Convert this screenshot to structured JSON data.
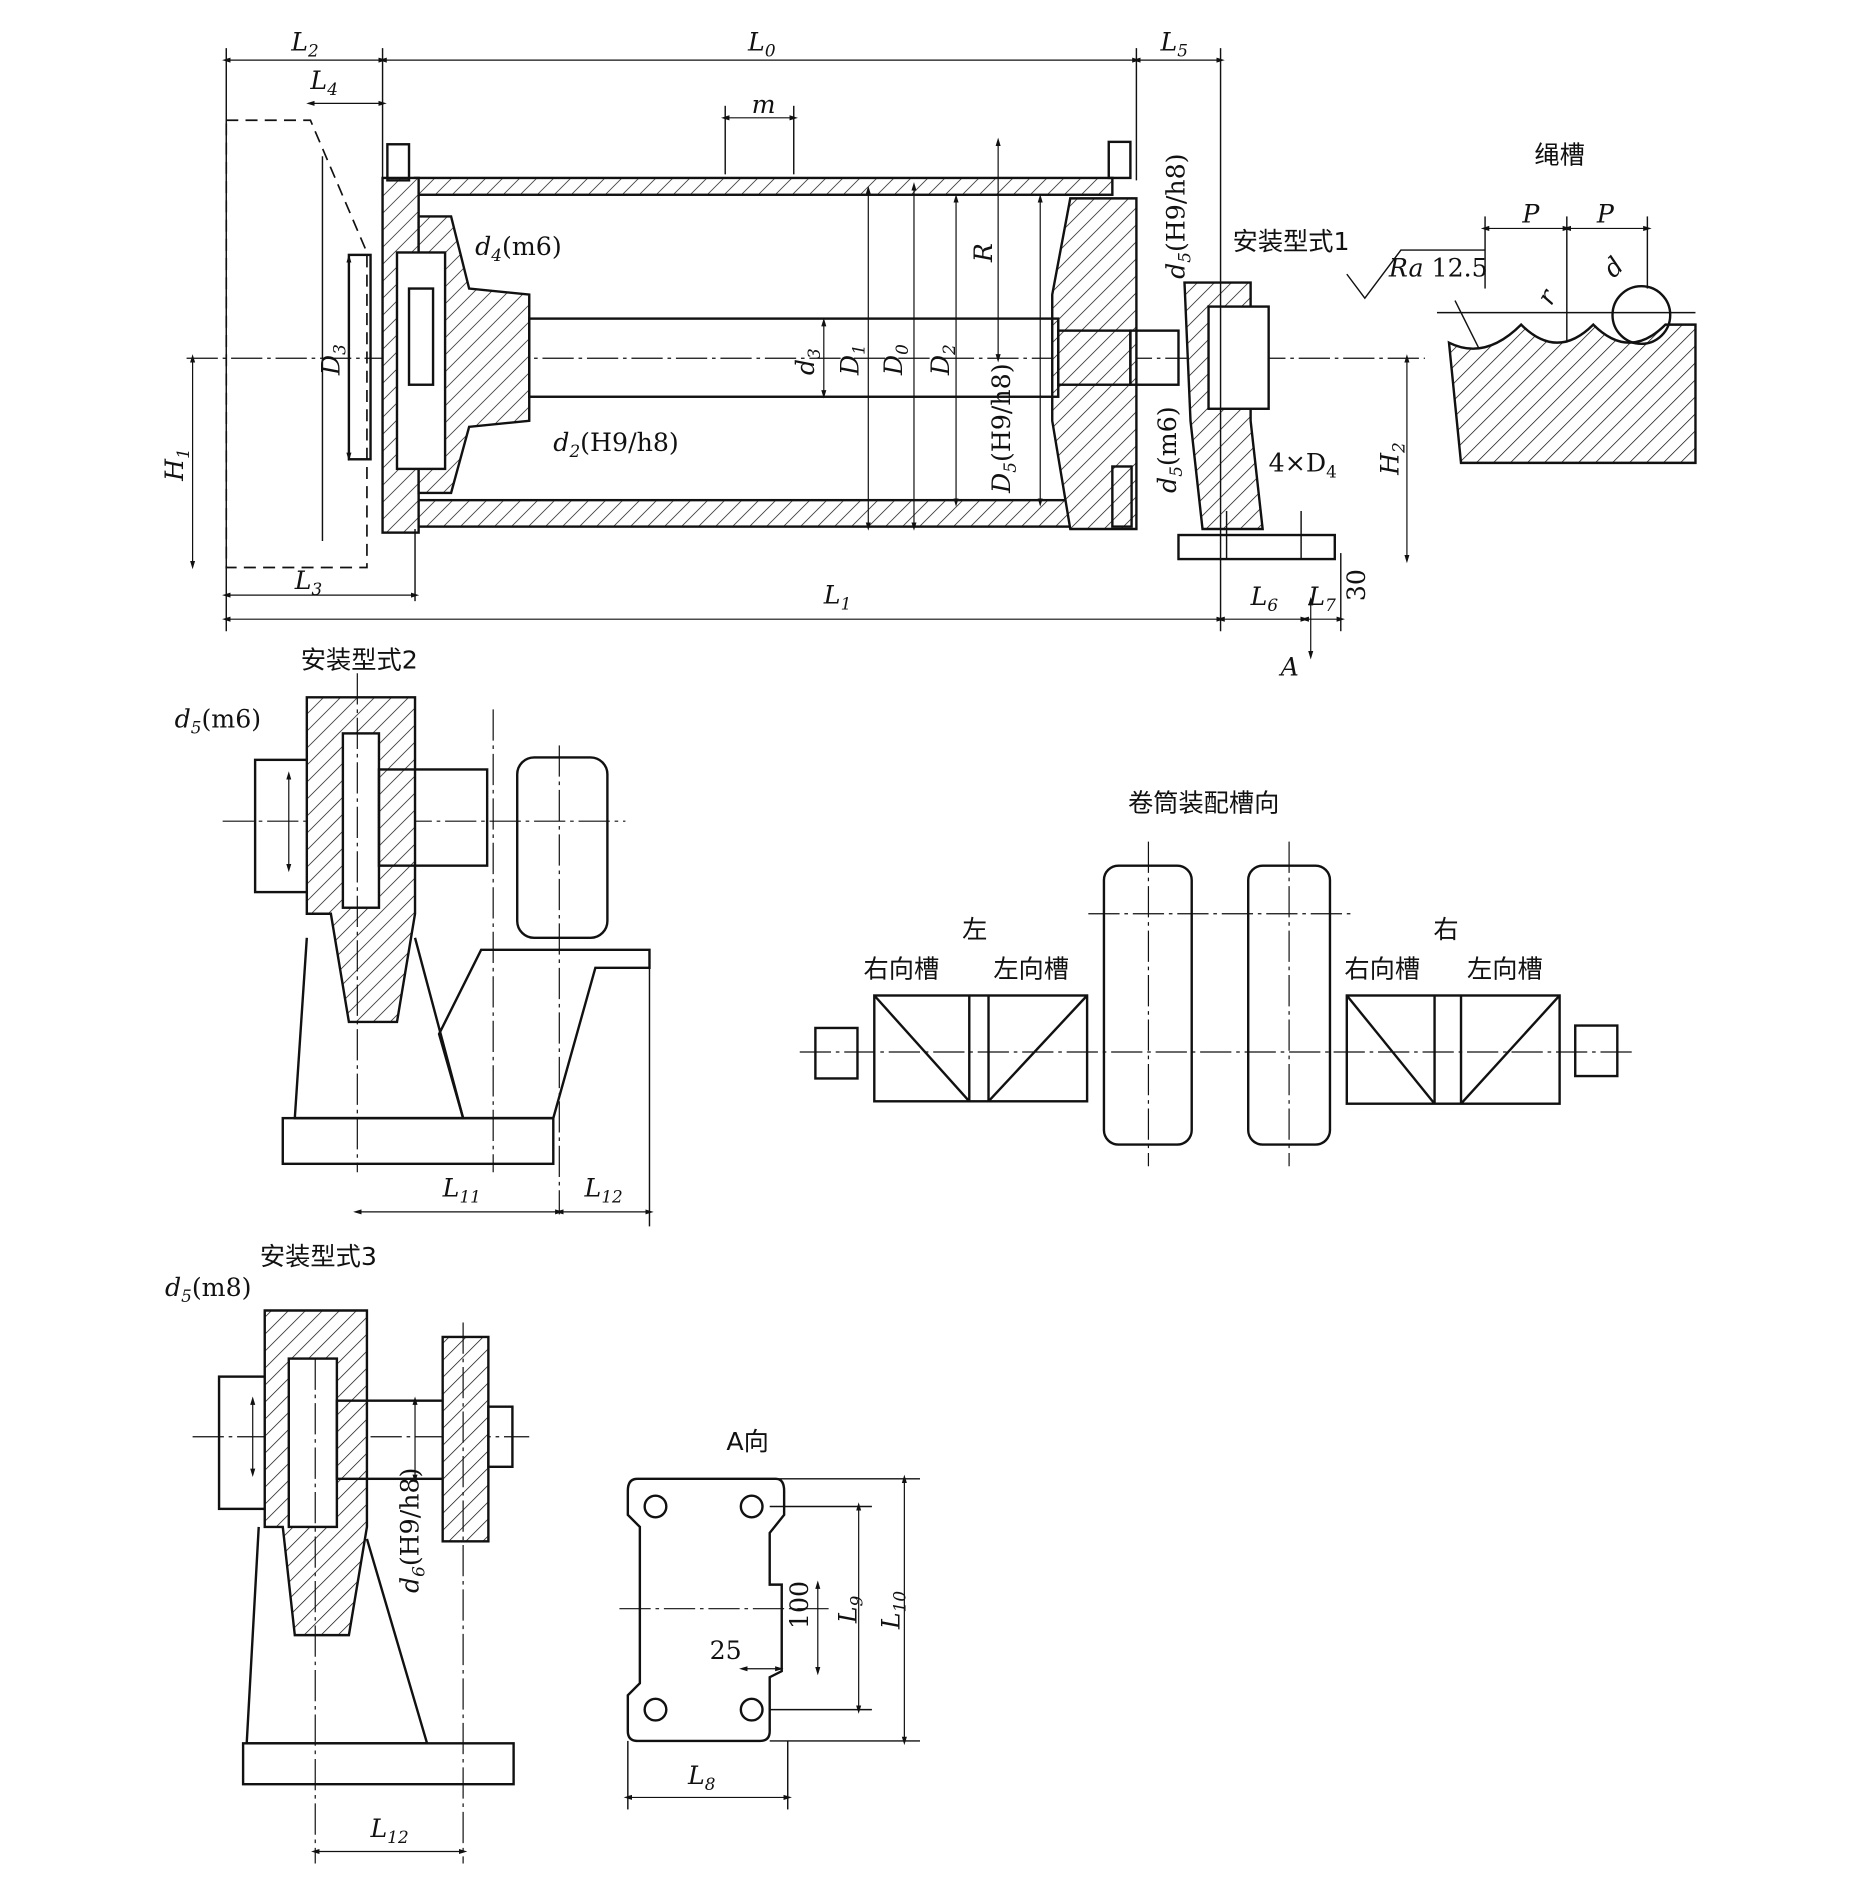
{
  "labels": {
    "L2": {
      "t": "L",
      "s": "2"
    },
    "L0": {
      "t": "L",
      "s": "0"
    },
    "L5": {
      "t": "L",
      "s": "5"
    },
    "L4": {
      "t": "L",
      "s": "4"
    },
    "m": {
      "t": "m"
    },
    "d4": {
      "t": "d",
      "s": "4",
      "r": "(m6)"
    },
    "d2": {
      "t": "d",
      "s": "2",
      "r": "(H9/h8)"
    },
    "d3": {
      "t": "d",
      "s": "3"
    },
    "D1": {
      "t": "D",
      "s": "1"
    },
    "D0": {
      "t": "D",
      "s": "0"
    },
    "D2": {
      "t": "D",
      "s": "2"
    },
    "R": {
      "t": "R"
    },
    "D5": {
      "t": "D",
      "s": "5",
      "r": "(H9/h8)"
    },
    "d5a": {
      "t": "d",
      "s": "5",
      "r": "(H9/h8)"
    },
    "d5b": {
      "t": "d",
      "s": "5",
      "r": "(m6)"
    },
    "D4": {
      "t": "4×D",
      "s": "4"
    },
    "H2": {
      "t": "H",
      "s": "2"
    },
    "H1": {
      "t": "H",
      "s": "1"
    },
    "D3": {
      "t": "D",
      "s": "3"
    },
    "L3": {
      "t": "L",
      "s": "3"
    },
    "L1": {
      "t": "L",
      "s": "1"
    },
    "L6": {
      "t": "L",
      "s": "6"
    },
    "L7": {
      "t": "L",
      "s": "7"
    },
    "n30": {
      "t": "30"
    },
    "A": {
      "t": "A"
    },
    "P1": {
      "t": "P"
    },
    "P2": {
      "t": "P"
    },
    "Ra": {
      "t": "Ra",
      "r": " 12.5"
    },
    "dg": {
      "t": "d"
    },
    "rg": {
      "t": "r"
    },
    "d5c": {
      "t": "d",
      "s": "5",
      "r": "(m6)"
    },
    "L11": {
      "t": "L",
      "s": "11"
    },
    "L12a": {
      "t": "L",
      "s": "12"
    },
    "d5d": {
      "t": "d",
      "s": "5",
      "r": "(m8)"
    },
    "d6": {
      "t": "d",
      "s": "6",
      "r": "(H9/h8)"
    },
    "L12b": {
      "t": "L",
      "s": "12"
    },
    "n100": {
      "t": "100"
    },
    "L9": {
      "t": "L",
      "s": "9"
    },
    "L10": {
      "t": "L",
      "s": "10"
    },
    "n25": {
      "t": "25"
    },
    "L8": {
      "t": "L",
      "s": "8"
    }
  },
  "titles": {
    "mount1": "安装型式1",
    "mount2": "安装型式2",
    "mount3": "安装型式3",
    "rope_groove": "绳槽",
    "groove_dir": "卷筒装配槽向",
    "left": "左",
    "right": "右",
    "right_groove_1": "右向槽",
    "left_groove_1": "左向槽",
    "right_groove_2": "右向槽",
    "left_groove_2": "左向槽",
    "view_a": "A向"
  }
}
